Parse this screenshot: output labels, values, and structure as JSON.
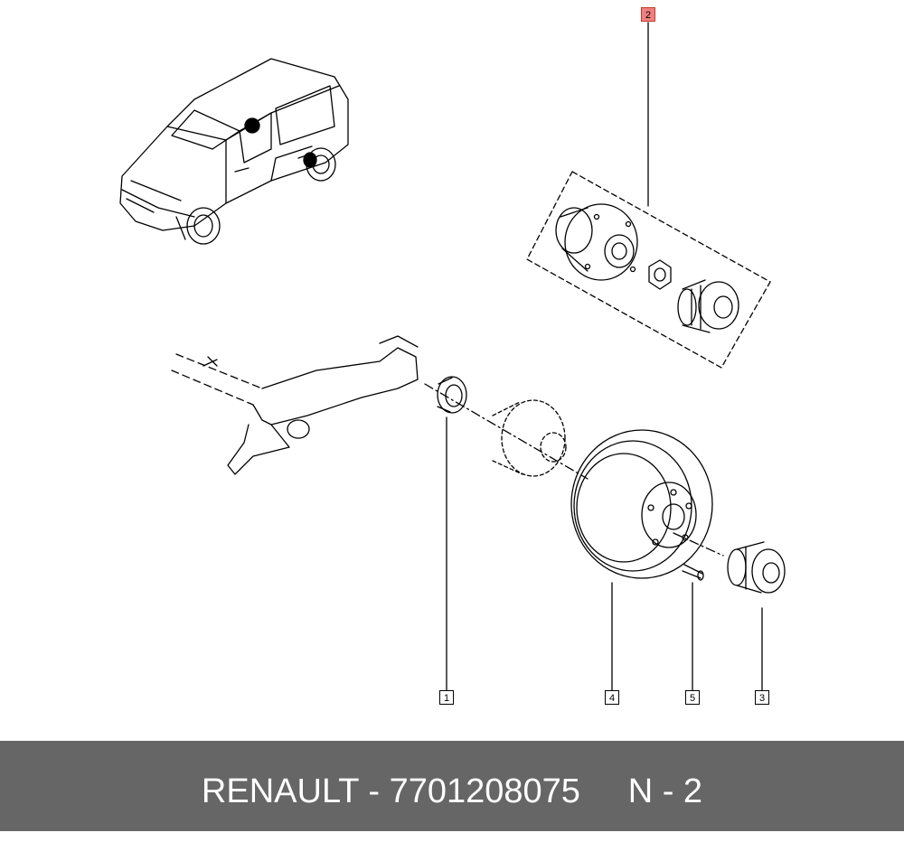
{
  "callouts": {
    "c1": "1",
    "c2": "2",
    "c3": "3",
    "c4": "4",
    "c5": "5"
  },
  "footer": {
    "brand": "RENAULT",
    "separator": " - ",
    "part_number": "7701208075",
    "position_code": "N - 2"
  },
  "colors": {
    "footer_bg": "#666666",
    "highlight": "#f08080"
  }
}
